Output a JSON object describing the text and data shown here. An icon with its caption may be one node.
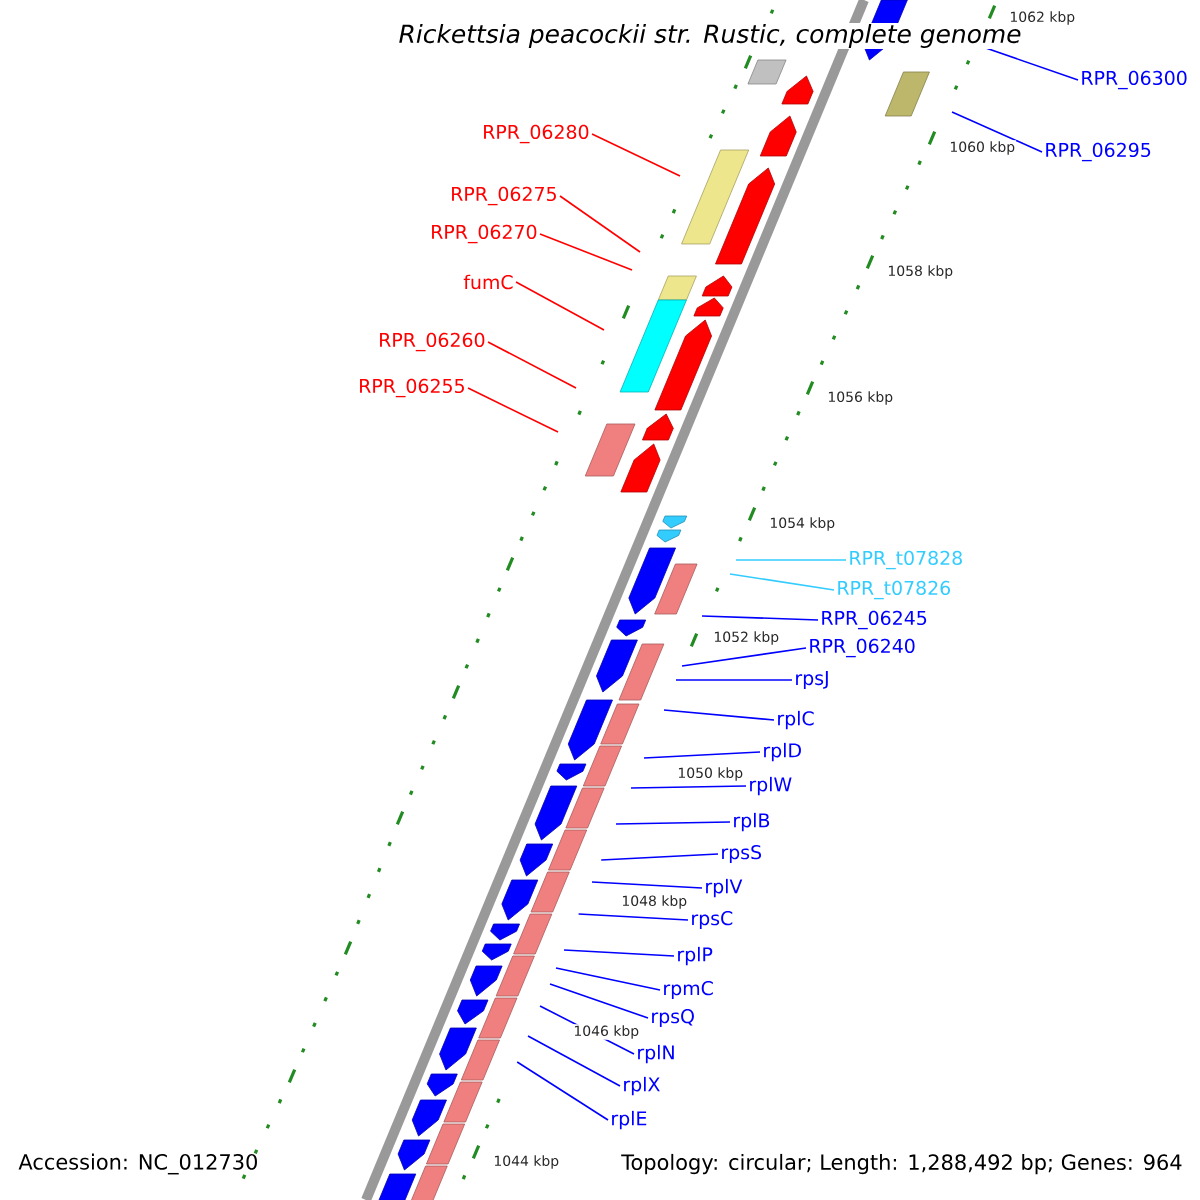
{
  "diagram": {
    "title": "Rickettsia peacockii str. Rustic, complete genome",
    "nodes": [
      {
        "text": [
          "RPR_06300"
        ]
      },
      {
        "text": [
          "RPR_06295"
        ]
      },
      {
        "text": [
          "RPR_06280"
        ]
      },
      {
        "text": [
          "RPR_06275"
        ]
      },
      {
        "text": [
          "RPR_06270"
        ]
      },
      {
        "text": [
          "fumC"
        ]
      },
      {
        "text": [
          "RPR_06260"
        ]
      },
      {
        "text": [
          "RPR_06255"
        ]
      },
      {
        "text": [
          "RPR_t07828"
        ]
      },
      {
        "text": [
          "RPR_t07826"
        ]
      },
      {
        "text": [
          "RPR_06245"
        ]
      },
      {
        "text": [
          "RPR_06240"
        ]
      },
      {
        "text": [
          "rpsJ"
        ]
      },
      {
        "text": [
          "rplC"
        ]
      },
      {
        "text": [
          "rplD"
        ]
      },
      {
        "text": [
          "rplW"
        ]
      },
      {
        "text": [
          "rplB"
        ]
      },
      {
        "text": [
          "rpsS"
        ]
      },
      {
        "text": [
          "rplV"
        ]
      },
      {
        "text": [
          "rpsC"
        ]
      },
      {
        "text": [
          "rplP"
        ]
      },
      {
        "text": [
          "rpmC"
        ]
      },
      {
        "text": [
          "rpsQ"
        ]
      },
      {
        "text": [
          "rplN"
        ]
      },
      {
        "text": [
          "rplX"
        ]
      },
      {
        "text": [
          "rplE"
        ]
      }
    ],
    "edges": [
      {
        "from": 0,
        "to": null,
        "arrow": "none"
      },
      {
        "from": 1,
        "to": null,
        "arrow": "none"
      },
      {
        "from": 2,
        "to": null,
        "arrow": "none",
        "color": "#ff0000"
      },
      {
        "from": 3,
        "to": null,
        "arrow": "none",
        "color": "#ff0000"
      },
      {
        "from": 4,
        "to": null,
        "arrow": "none",
        "color": "#ff0000"
      },
      {
        "from": 5,
        "to": null,
        "arrow": "none",
        "color": "#ff0000"
      },
      {
        "from": 6,
        "to": null,
        "arrow": "none",
        "color": "#ff0000"
      },
      {
        "from": 7,
        "to": null,
        "arrow": "none",
        "color": "#ff0000"
      },
      {
        "from": 8,
        "to": null,
        "arrow": "none",
        "color": "#33ccff"
      },
      {
        "from": 9,
        "to": null,
        "arrow": "none",
        "color": "#33ccff"
      },
      {
        "from": 10,
        "to": null,
        "arrow": "none"
      },
      {
        "from": 11,
        "to": null,
        "arrow": "none"
      },
      {
        "from": 12,
        "to": null,
        "arrow": "none"
      },
      {
        "from": 13,
        "to": null,
        "arrow": "none"
      },
      {
        "from": 14,
        "to": null,
        "arrow": "none"
      },
      {
        "from": 15,
        "to": null,
        "arrow": "none"
      },
      {
        "from": 16,
        "to": null,
        "arrow": "none"
      },
      {
        "from": 17,
        "to": null,
        "arrow": "none"
      },
      {
        "from": 18,
        "to": null,
        "arrow": "none"
      },
      {
        "from": 19,
        "to": null,
        "arrow": "none"
      },
      {
        "from": 20,
        "to": null,
        "arrow": "none"
      },
      {
        "from": 21,
        "to": null,
        "arrow": "none"
      },
      {
        "from": 22,
        "to": null,
        "arrow": "none"
      },
      {
        "from": 23,
        "to": null,
        "arrow": "none"
      },
      {
        "from": 24,
        "to": null,
        "arrow": "none"
      },
      {
        "from": 25,
        "to": null,
        "arrow": "none"
      }
    ],
    "labels": [
      "1062 kbp",
      "1060 kbp",
      "1058 kbp",
      "1056 kbp",
      "1054 kbp",
      "1052 kbp",
      "1050 kbp",
      "1048 kbp",
      "1046 kbp",
      "1044 kbp",
      "Accession: NC_012730",
      "Topology: circular; Length: 1,288,492 bp; Genes: 964"
    ]
  }
}
